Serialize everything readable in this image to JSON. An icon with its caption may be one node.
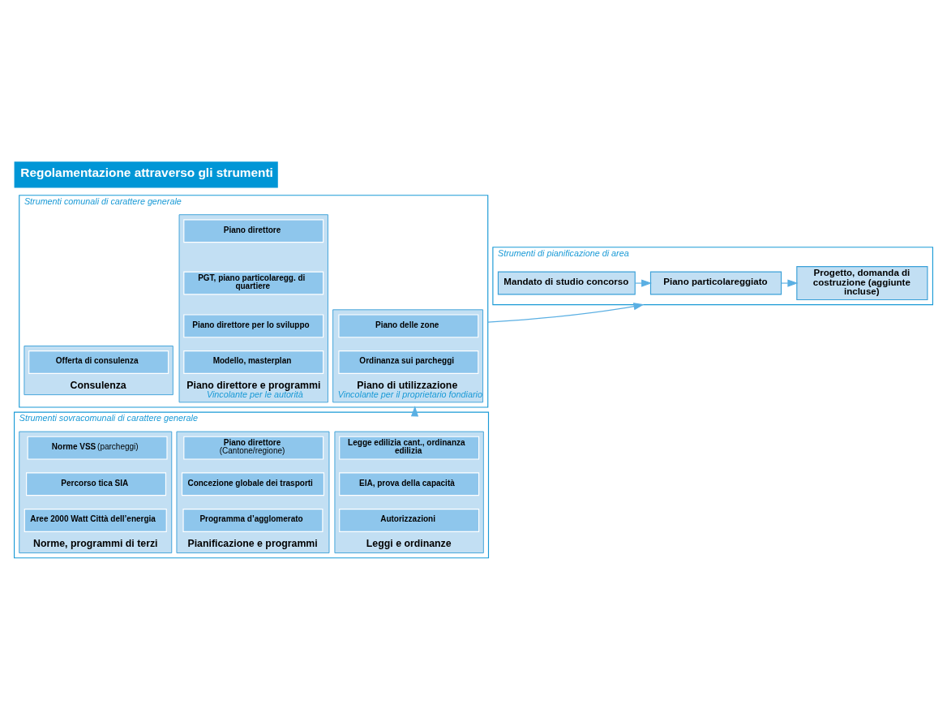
{
  "diagram": {
    "title": "Regolamentazione attraverso gli strumenti",
    "nodes": [
      {
        "text": [
          "Strumenti di pianificazione di area"
        ]
      },
      {
        "text": [
          "Mandato di studio concorso"
        ],
        "in": 0
      },
      {
        "text": [
          "Piano particolareggiato"
        ],
        "in": 0
      },
      {
        "text": [
          "Progetto, domanda di costruzione (aggiunte incluse)"
        ],
        "in": 0
      },
      {
        "text": [
          "Strumenti comunali di carattere generale"
        ]
      },
      {
        "text": [
          "Piano direttore e programmi",
          "Vincolante per le autorità"
        ],
        "in": 4
      },
      {
        "text": [
          "Piano direttore"
        ],
        "in": 5
      },
      {
        "text": [
          "PGT, piano particolaregg. di quartiere"
        ],
        "in": 5
      },
      {
        "text": [
          "Piano direttore per lo sviluppo"
        ],
        "in": 5
      },
      {
        "text": [
          "Modello, masterplan"
        ],
        "in": 5
      },
      {
        "text": [
          "Piano di utilizzazione",
          "Vincolante per il proprietario fondiario"
        ],
        "in": 4
      },
      {
        "text": [
          "Piano delle zone"
        ],
        "in": 10
      },
      {
        "text": [
          "Ordinanza sui parcheggi"
        ],
        "in": 10
      },
      {
        "text": [
          "Consulenza"
        ],
        "in": 4
      },
      {
        "text": [
          "Offerta di consulenza"
        ],
        "in": 13
      },
      {
        "text": [
          "Strumenti sovracomunali di carattere generale"
        ]
      },
      {
        "text": [
          "Pianificazione e programmi"
        ],
        "in": 15
      },
      {
        "text": [
          "**Piano direttore** (Cantone/regione)"
        ],
        "in": 16
      },
      {
        "text": [
          "Concezione globale dei trasporti"
        ],
        "in": 16
      },
      {
        "text": [
          "Programma d’agglomerato"
        ],
        "in": 16
      },
      {
        "text": [
          "Leggi e ordinanze"
        ],
        "in": 15
      },
      {
        "text": [
          "Legge edilizia cant., ordinanza edilizia"
        ],
        "in": 20
      },
      {
        "text": [
          "EIA, prova della capacità"
        ],
        "in": 20
      },
      {
        "text": [
          "Autorizzazioni"
        ],
        "in": 20
      },
      {
        "text": [
          "Norme, programmi di terzi"
        ],
        "in": 15
      },
      {
        "text": [
          "**Norme VSS** (parcheggi)"
        ],
        "in": 24
      },
      {
        "text": [
          "Percorso tica SIA"
        ],
        "in": 24
      },
      {
        "text": [
          "Aree 2000 Watt Città dell’energia"
        ],
        "in": 24
      }
    ],
    "edges": [
      {
        "from": 1,
        "to": 2,
        "arrow": "to"
      },
      {
        "from": 2,
        "to": 3,
        "arrow": "to"
      },
      {
        "from": 15,
        "to": 4,
        "arrow": "to"
      },
      {
        "from": 4,
        "to": 0,
        "arrow": "to"
      }
    ]
  }
}
